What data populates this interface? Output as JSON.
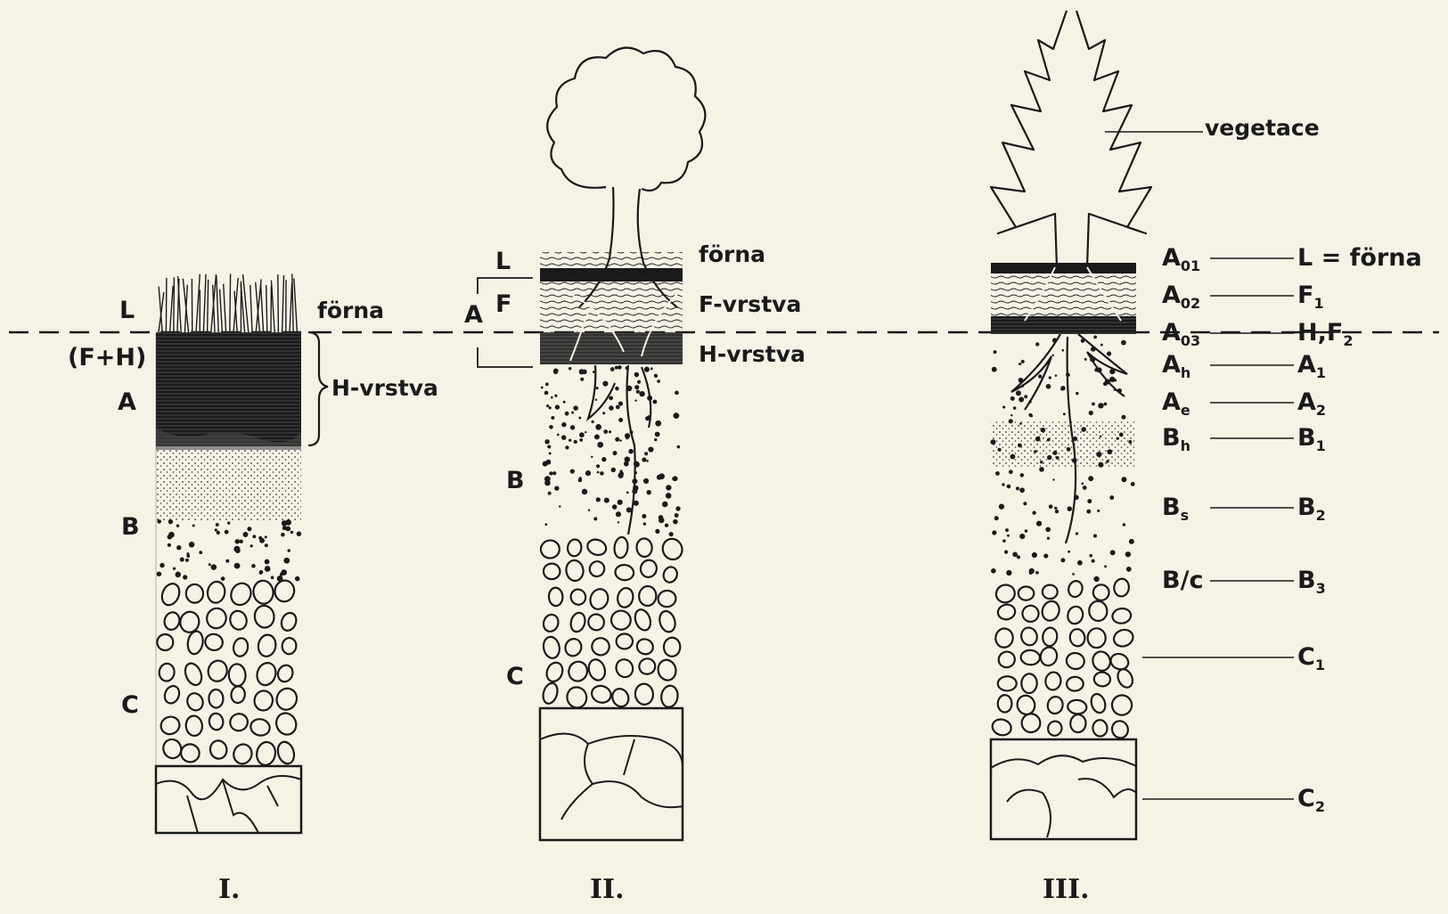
{
  "dashed_line_note": "",
  "profile_1": {
    "caption": "I.",
    "left": {
      "L": "L",
      "FH": "(F+H)",
      "A": "A",
      "B": "B",
      "C": "C"
    },
    "right": {
      "forna": "förna",
      "hvrstva": "H-vrstva"
    }
  },
  "profile_2": {
    "caption": "II.",
    "left": {
      "L": "L",
      "A": "A",
      "F": "F",
      "B": "B",
      "C": "C"
    },
    "right": {
      "forna": "förna",
      "fvrstva": "F-vrstva",
      "hvrstva": "H-vrstva"
    }
  },
  "profile_3": {
    "caption": "III.",
    "vegetation": "vegetace",
    "rows": [
      {
        "left": "A",
        "left_sub": "01",
        "right": "L = förna",
        "right_sub": ""
      },
      {
        "left": "A",
        "left_sub": "02",
        "right": "F",
        "right_sub": "1"
      },
      {
        "left": "A",
        "left_sub": "03",
        "right": "H,F",
        "right_sub": "2"
      },
      {
        "left": "A",
        "left_sub": "h",
        "right": "A",
        "right_sub": "1"
      },
      {
        "left": "A",
        "left_sub": "e",
        "right": "A",
        "right_sub": "2"
      },
      {
        "left": "B",
        "left_sub": "h",
        "right": "B",
        "right_sub": "1"
      },
      {
        "left": "B",
        "left_sub": "s",
        "right": "B",
        "right_sub": "2"
      },
      {
        "left": "B/c",
        "left_sub": "",
        "right": "B",
        "right_sub": "3"
      },
      {
        "left": "",
        "left_sub": "",
        "right": "C",
        "right_sub": "1"
      },
      {
        "left": "",
        "left_sub": "",
        "right": "C",
        "right_sub": "2"
      }
    ]
  },
  "colors": {
    "ink": "#1a1a1a",
    "paper": "#f6f3e6"
  }
}
